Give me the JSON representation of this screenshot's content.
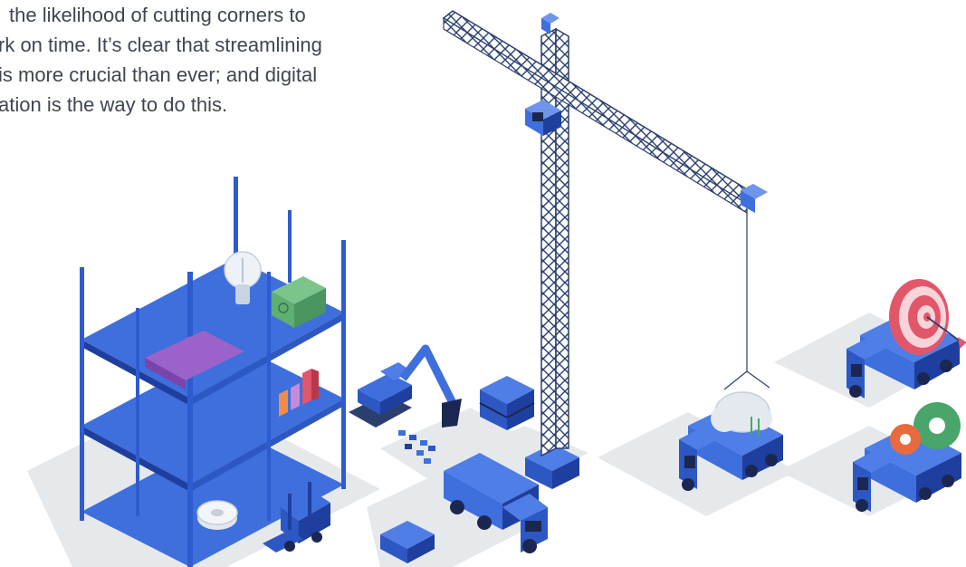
{
  "intro_text": {
    "lines": [
      "the likelihood of cutting corners to",
      "rk on time. It’s clear that streamlining",
      "is more crucial than ever; and digital",
      "ation is the way to do this."
    ]
  },
  "colors": {
    "primary_blue": "#3e6fdc",
    "dark_blue": "#1f3f9e",
    "light_blue": "#9fb9f2",
    "shadow_gray": "#e6e9ec",
    "text_gray": "#3f4650",
    "target_red": "#e2566a",
    "puzzle_purple": "#9b63c9",
    "money_green": "#5fae72",
    "gear_green": "#4aa56a",
    "gear_orange": "#e86a3f"
  },
  "illustration": {
    "objects": [
      "building-frame",
      "lightbulb-icon",
      "money-bill-icon",
      "puzzle-piece-icon",
      "bar-chart-icon",
      "gear-icon",
      "forklift",
      "excavator",
      "stacked-slabs",
      "tower-crane",
      "dump-truck",
      "cloud-upload-icon",
      "target-icon",
      "gears-icon"
    ]
  }
}
